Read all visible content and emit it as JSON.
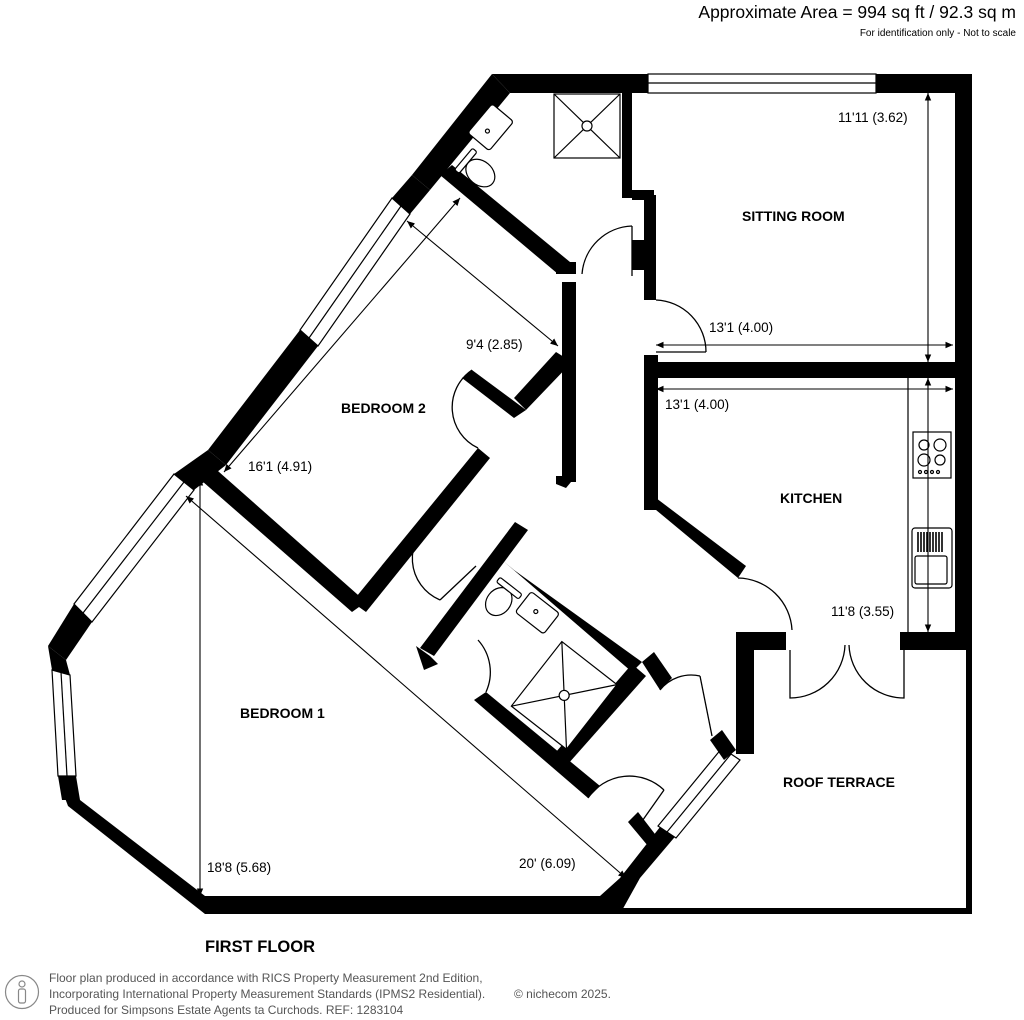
{
  "header": {
    "area": "Approximate Area = 994 sq ft / 92.3 sq m",
    "note": "For identification only - Not to scale"
  },
  "rooms": {
    "sitting_room": {
      "label": "SITTING ROOM",
      "width": "13'1 (4.00)",
      "length": "11'11 (3.62)"
    },
    "kitchen": {
      "label": "KITCHEN",
      "width": "13'1 (4.00)",
      "length": "11'8 (3.55)"
    },
    "bedroom_2": {
      "label": "BEDROOM 2",
      "width": "9'4 (2.85)",
      "length": "16'1 (4.91)"
    },
    "bedroom_1": {
      "label": "BEDROOM 1",
      "width": "18'8 (5.68)",
      "length": "20' (6.09)"
    },
    "roof_terrace": {
      "label": "ROOF TERRACE"
    }
  },
  "floor": {
    "name": "FIRST FLOOR"
  },
  "footer": {
    "line1": "Floor plan produced in accordance with RICS Property Measurement 2nd Edition,",
    "line2": "Incorporating International Property Measurement Standards (IPMS2 Residential).",
    "line3": "Produced for Simpsons Estate Agents ta Curchods.   REF: 1283104",
    "copyright": "© nichecom 2025."
  },
  "colors": {
    "wall": "#000000",
    "background": "#ffffff",
    "footer_text": "#555555"
  }
}
